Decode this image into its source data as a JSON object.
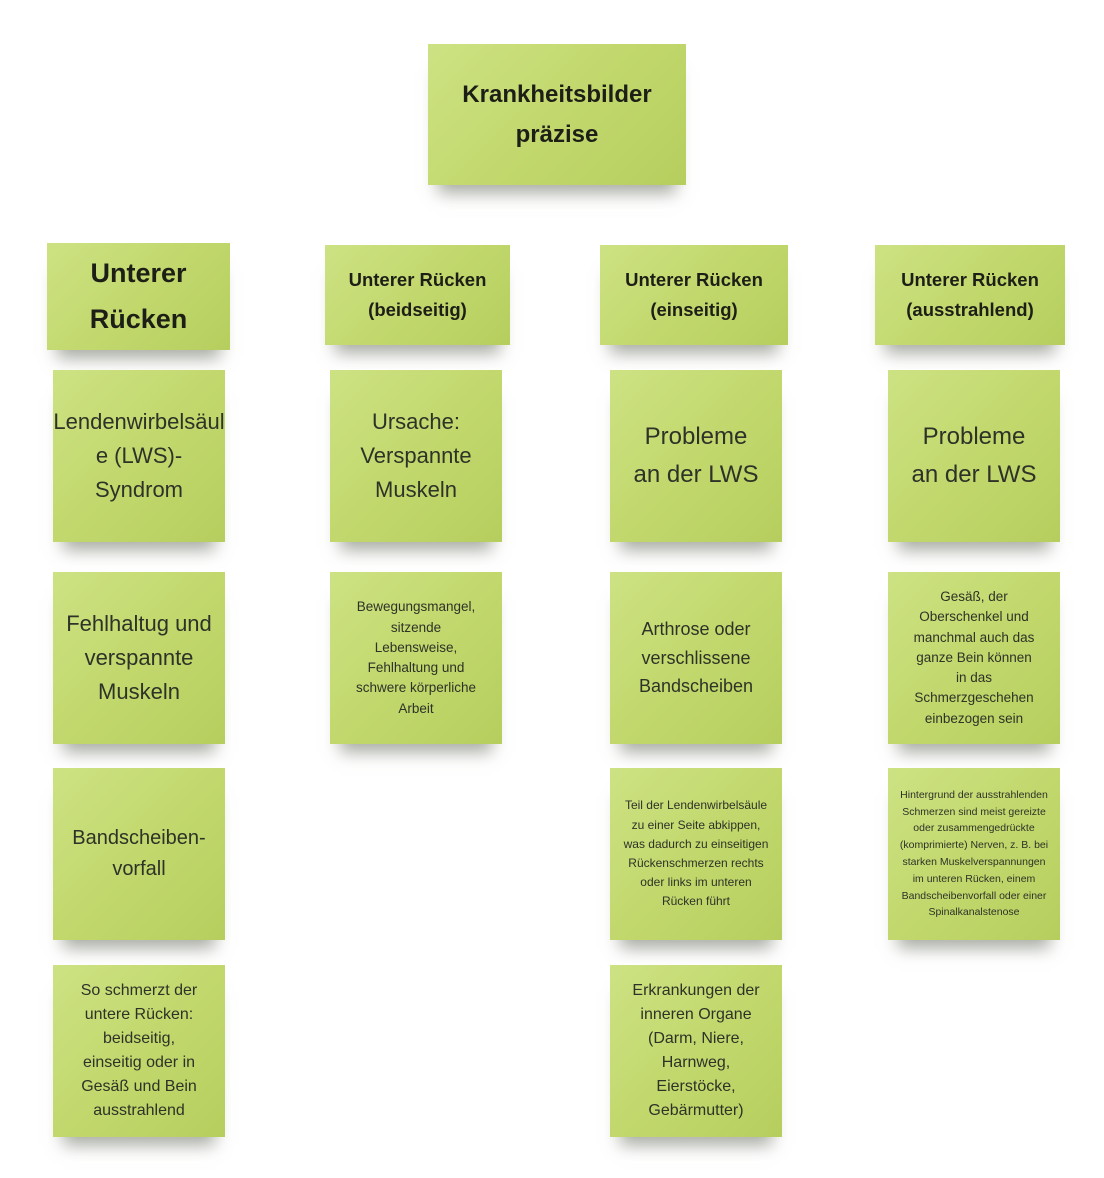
{
  "note_color": "#c3d96f",
  "title_note": {
    "text": "Krankheitsbilder präzise"
  },
  "columns": [
    {
      "header": "Unterer Rücken",
      "notes": [
        "Lendenwirbelsäule (LWS)-Syndrom",
        "Fehlhaltug und verspannte Muskeln",
        "Bandscheiben-vorfall",
        "So schmerzt der untere Rücken: beidseitig, einseitig oder in Gesäß und Bein ausstrahlend"
      ]
    },
    {
      "header": "Unterer Rücken (beidseitig)",
      "notes": [
        "Ursache: Verspannte Muskeln",
        "Bewegungsmangel, sitzende Lebensweise, Fehlhaltung und schwere körperliche Arbeit"
      ]
    },
    {
      "header": "Unterer Rücken (einseitig)",
      "notes": [
        "Probleme an der LWS",
        "Arthrose oder verschlissene Bandscheiben",
        "Teil der Lendenwirbelsäule zu einer Seite abkippen, was dadurch zu einseitigen Rückenschmerzen rechts oder links im unteren Rücken führt",
        "Erkrankungen der inneren Organe (Darm, Niere, Harnweg, Eierstöcke, Gebärmutter)"
      ]
    },
    {
      "header": "Unterer Rücken (ausstrahlend)",
      "notes": [
        "Probleme an der LWS",
        "Gesäß, der Oberschenkel und manchmal auch das ganze Bein können in das Schmerzgeschehen einbezogen sein",
        "Hintergrund der ausstrahlenden Schmerzen sind meist gereizte oder zusammengedrückte (komprimierte) Nerven, z. B. bei starken Muskelverspannungen im unteren Rücken, einem Bandscheibenvorfall oder einer Spinalkanalstenose"
      ]
    }
  ]
}
